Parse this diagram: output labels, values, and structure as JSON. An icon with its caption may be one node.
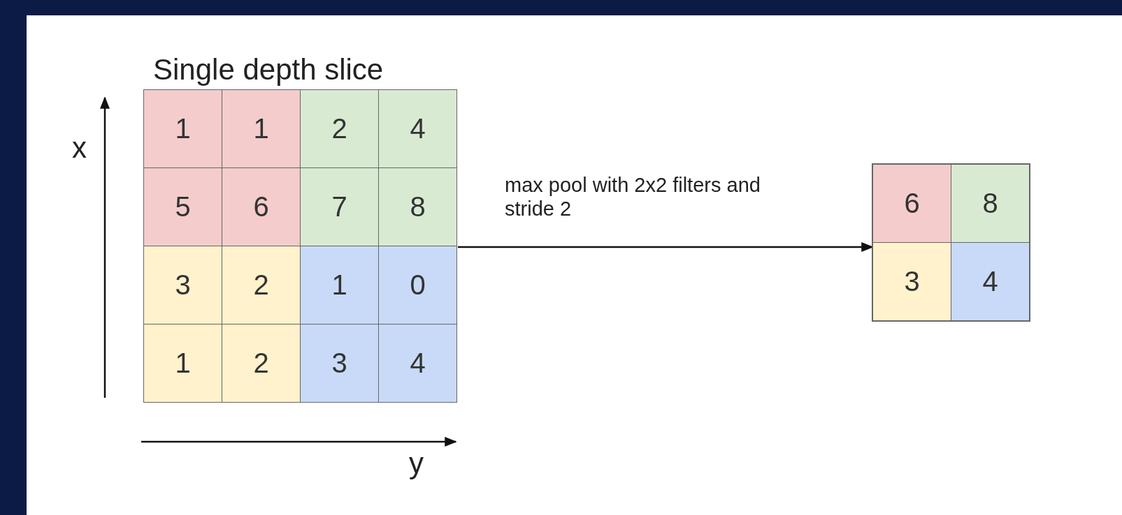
{
  "diagram": {
    "nodes": [
      {
        "text": [
          "Single depth slice"
        ]
      },
      {
        "text": [
          "1"
        ],
        "in": 0
      },
      {
        "text": [
          "1"
        ],
        "in": 0
      },
      {
        "text": [
          "2"
        ],
        "in": 0
      },
      {
        "text": [
          "4"
        ],
        "in": 0
      },
      {
        "text": [
          "5"
        ],
        "in": 0
      },
      {
        "text": [
          "6"
        ],
        "in": 0
      },
      {
        "text": [
          "7"
        ],
        "in": 0
      },
      {
        "text": [
          "8"
        ],
        "in": 0
      },
      {
        "text": [
          "3"
        ],
        "in": 0
      },
      {
        "text": [
          "2"
        ],
        "in": 0
      },
      {
        "text": [
          "1"
        ],
        "in": 0
      },
      {
        "text": [
          "0"
        ],
        "in": 0
      },
      {
        "text": [
          "1"
        ],
        "in": 0
      },
      {
        "text": [
          "2"
        ],
        "in": 0
      },
      {
        "text": [
          "3"
        ],
        "in": 0
      },
      {
        "text": [
          "4"
        ],
        "in": 0
      },
      {
        "text": [],
        "shape": "box"
      },
      {
        "text": [
          "6"
        ],
        "in": 17
      },
      {
        "text": [
          "8"
        ],
        "in": 17
      },
      {
        "text": [
          "3"
        ],
        "in": 17
      },
      {
        "text": [
          "4"
        ],
        "in": 17
      }
    ],
    "edges": [
      {
        "from": 0,
        "to": 17,
        "arrow": "to",
        "label": "max pool with 2x2 filters and stride 2"
      }
    ],
    "labels": [
      "x",
      "y"
    ]
  }
}
